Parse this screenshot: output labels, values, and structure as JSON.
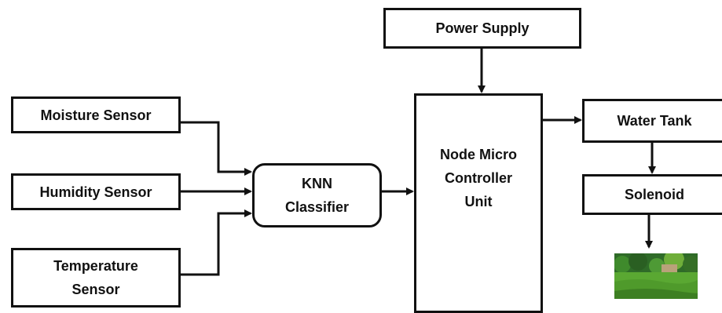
{
  "diagram": {
    "power_supply": "Power Supply",
    "moisture_sensor": "Moisture Sensor",
    "humidity_sensor": "Humidity Sensor",
    "temperature_sensor": [
      "Temperature",
      "Sensor"
    ],
    "knn_classifier": [
      "KNN",
      "Classifier"
    ],
    "node_mcu": [
      "Node Micro",
      "Controller",
      "Unit"
    ],
    "water_tank": "Water Tank",
    "solenoid": "Solenoid",
    "output_image": "garden-lawn-image"
  },
  "colors": {
    "line": "#111111",
    "box_fill": "#ffffff",
    "grass": "#5aa832",
    "grass_dark": "#3d7f22",
    "sky": "#cfe6c0",
    "trees": "#2f6b28"
  }
}
